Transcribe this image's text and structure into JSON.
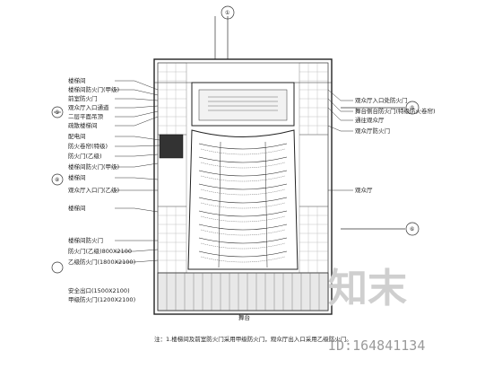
{
  "plan": {
    "left_labels": [
      "楼梯间",
      "楼梯间防火门(甲级)",
      "前室防火门",
      "观众厅入口通道",
      "二层平面吊顶",
      "疏散楼梯间",
      "配电间",
      "防火卷帘(特级)",
      "防火门(乙级)",
      "楼梯间防火门(甲级)",
      "楼梯间",
      "观众厅入口门(乙级)",
      "楼梯间",
      "楼梯间防火门",
      "防火门(乙级)800X2100",
      "乙级防火门(1800X2100)"
    ],
    "left_bottom_labels": [
      "安全出口(1500X2100)",
      "甲级防火门(1200X2100)"
    ],
    "right_labels": [
      "观众厅入口处防火门",
      "舞台侧台防火门(特级防火卷帘)",
      "通往观众厅",
      "观众厅防火门",
      "观众厅"
    ],
    "grid_bubbles": [
      "①",
      "⑤",
      "⑥",
      "⑤",
      "⑧"
    ],
    "stage_label": "舞台",
    "footnote": "注：1.楼梯间及前室防火门采用甲级防火门，观众厅出入口采用乙级防火门。"
  },
  "watermark": {
    "brand": "知末",
    "id_text": "ID:164841134"
  }
}
